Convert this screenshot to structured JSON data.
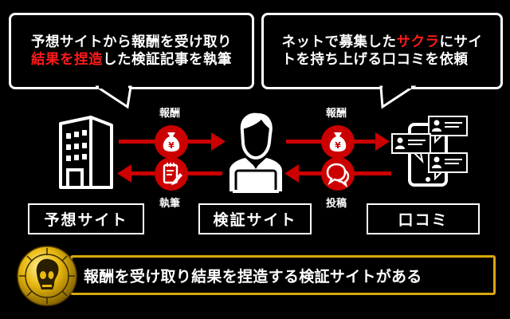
{
  "bubbles": {
    "left": {
      "line1": "予想サイトから報酬を受け取り",
      "line2_red": "結果を捏造",
      "line2_white": "した検証記事を執筆"
    },
    "right": {
      "line1_white_a": "ネットで募集した",
      "line1_red": "サクラ",
      "line1_white_b": "にサイ",
      "line2": "トを持ち上げる口コミを依頼"
    }
  },
  "flow": {
    "left_top_label": "報酬",
    "left_bottom_label": "執筆",
    "right_top_label": "報酬",
    "right_bottom_label": "投稿"
  },
  "entities": {
    "prediction_site": "予想サイト",
    "verification_site": "検証サイト",
    "reviews": "口コミ"
  },
  "summary": {
    "text": "報酬を受け取り結果を捏造する検証サイトがある"
  },
  "colors": {
    "accent_red": "#cc0000",
    "highlight_red": "#ff1a1a",
    "gold": "#d8a70c",
    "background": "#000000"
  },
  "icons": {
    "building": "building-icon",
    "person": "person-laptop-icon",
    "phone": "phone-reviews-icon",
    "money": "money-bag-yen-icon",
    "writing": "notepad-pen-icon",
    "chat": "chat-bubbles-icon",
    "skull": "skull-coin-icon"
  }
}
